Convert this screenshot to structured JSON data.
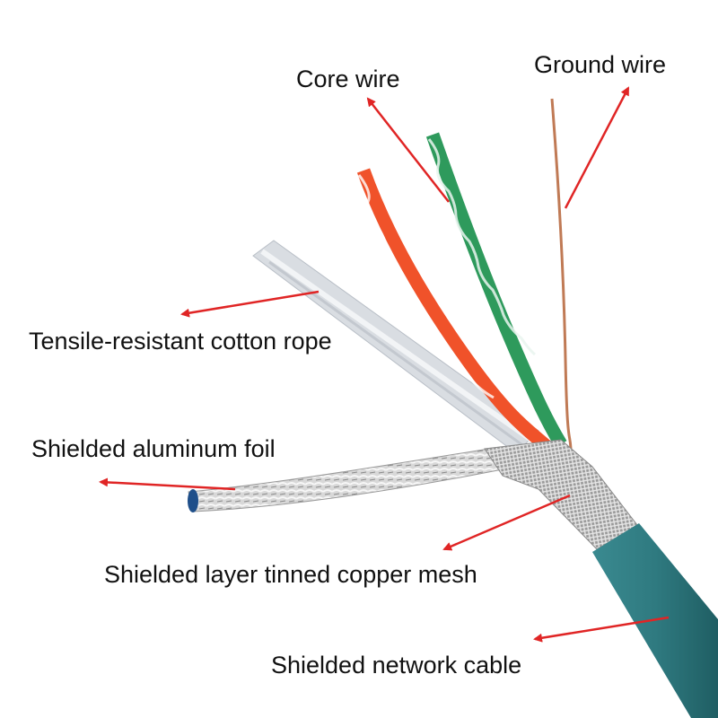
{
  "labels": {
    "core_wire": "Core wire",
    "ground_wire": "Ground wire",
    "cotton_rope": "Tensile-resistant cotton rope",
    "aluminum_foil": "Shielded aluminum foil",
    "copper_mesh": "Shielded layer tinned copper mesh",
    "network_cable": "Shielded network cable"
  },
  "colors": {
    "arrow": "#e02525",
    "jacket": "#2f7a80",
    "orange_wire": "#f0522a",
    "green_wire": "#2e9a5c",
    "copper": "#c07a55"
  }
}
